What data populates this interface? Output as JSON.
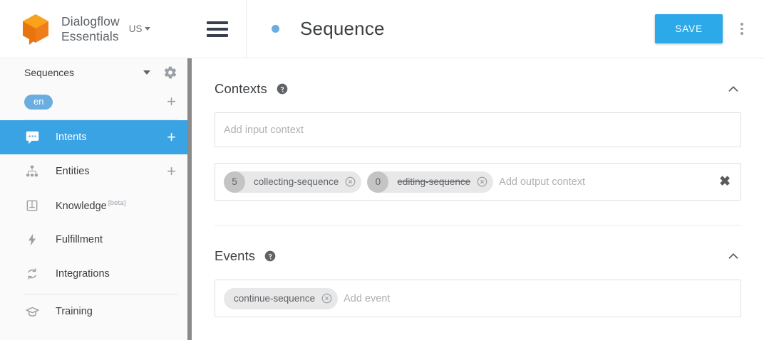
{
  "brand": {
    "logo_icon": "dialogflow-cube-logo",
    "name_line1": "Dialogflow",
    "name_line2": "Essentials",
    "region": "US",
    "region_caret_icon": "caret-down-icon"
  },
  "sidebar": {
    "agent": {
      "name": "Sequences",
      "caret_icon": "caret-down-icon",
      "settings_icon": "gear-icon"
    },
    "language": {
      "chip": "en",
      "add_icon": "plus-icon"
    },
    "items": [
      {
        "label": "Intents",
        "icon": "intents-speech-bubble-icon",
        "active": true,
        "action_icon": "plus-icon",
        "beta": ""
      },
      {
        "label": "Entities",
        "icon": "entities-hierarchy-icon",
        "active": false,
        "action_icon": "plus-icon",
        "beta": ""
      },
      {
        "label": "Knowledge",
        "icon": "knowledge-book-icon",
        "active": false,
        "action_icon": "",
        "beta": "[beta]"
      },
      {
        "label": "Fulfillment",
        "icon": "fulfillment-bolt-icon",
        "active": false,
        "action_icon": "",
        "beta": ""
      },
      {
        "label": "Integrations",
        "icon": "integrations-refresh-icon",
        "active": false,
        "action_icon": "",
        "beta": ""
      },
      {
        "label": "Training",
        "icon": "training-graduation-cap-icon",
        "active": false,
        "action_icon": "",
        "beta": ""
      }
    ],
    "scrollbar": "vertical-scrollbar"
  },
  "header": {
    "menu_icon": "hamburger-menu-icon",
    "status_dot": "status-dot-icon",
    "title": "Sequence",
    "save_label": "SAVE",
    "more_icon": "kebab-menu-icon"
  },
  "contexts": {
    "title": "Contexts",
    "help_icon": "help-circle-icon",
    "collapse_icon": "chevron-up-icon",
    "input_placeholder": "Add input context",
    "output_placeholder": "Add output context",
    "clear_icon": "close-x-icon",
    "output_chips": [
      {
        "lifespan": "5",
        "name": "collecting-sequence",
        "expired": false,
        "remove_icon": "remove-circle-x-icon"
      },
      {
        "lifespan": "0",
        "name": "editing-sequence",
        "expired": true,
        "remove_icon": "remove-circle-x-icon"
      }
    ]
  },
  "events": {
    "title": "Events",
    "help_icon": "help-circle-icon",
    "collapse_icon": "chevron-up-icon",
    "placeholder": "Add event",
    "chips": [
      {
        "name": "continue-sequence",
        "remove_icon": "remove-circle-x-icon"
      }
    ]
  },
  "colors": {
    "accent_blue": "#3aa3e3",
    "save_blue": "#2ca9e8",
    "logo_orange": "#f28c1e",
    "lang_chip_blue": "#6aaee0"
  }
}
